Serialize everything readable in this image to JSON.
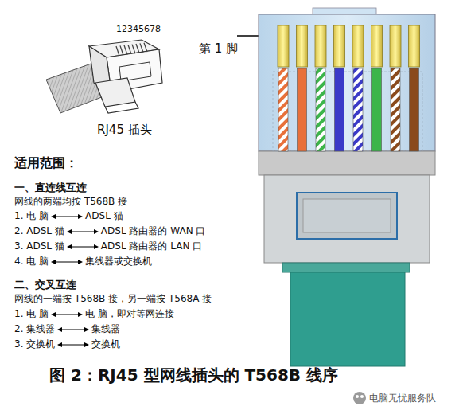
{
  "diagram": {
    "caption": "图 2：RJ45 型网线插头的 T568B 线序",
    "labels": [
      "12345678",
      "RJ45 插头",
      "第 1 脚",
      "适用范围：",
      "一、直连线互连",
      "网线的两端均按 T568B 接",
      "1. 电 脑",
      "ADSL 猫",
      "2. ADSL 猫",
      "ADSL 路由器的 WAN 口",
      "3. ADSL 猫",
      "ADSL 路由器的 LAN 口",
      "4. 电 脑",
      "集线器或交换机",
      "二、交叉互连",
      "网线的一端按 T568B 接，另一端按 T568A 接",
      "1. 电 脑",
      "电 脑，即对等网连接",
      "2. 集线器",
      "集线器",
      "3. 交换机",
      "交换机",
      "电脑无忧服务队"
    ]
  }
}
